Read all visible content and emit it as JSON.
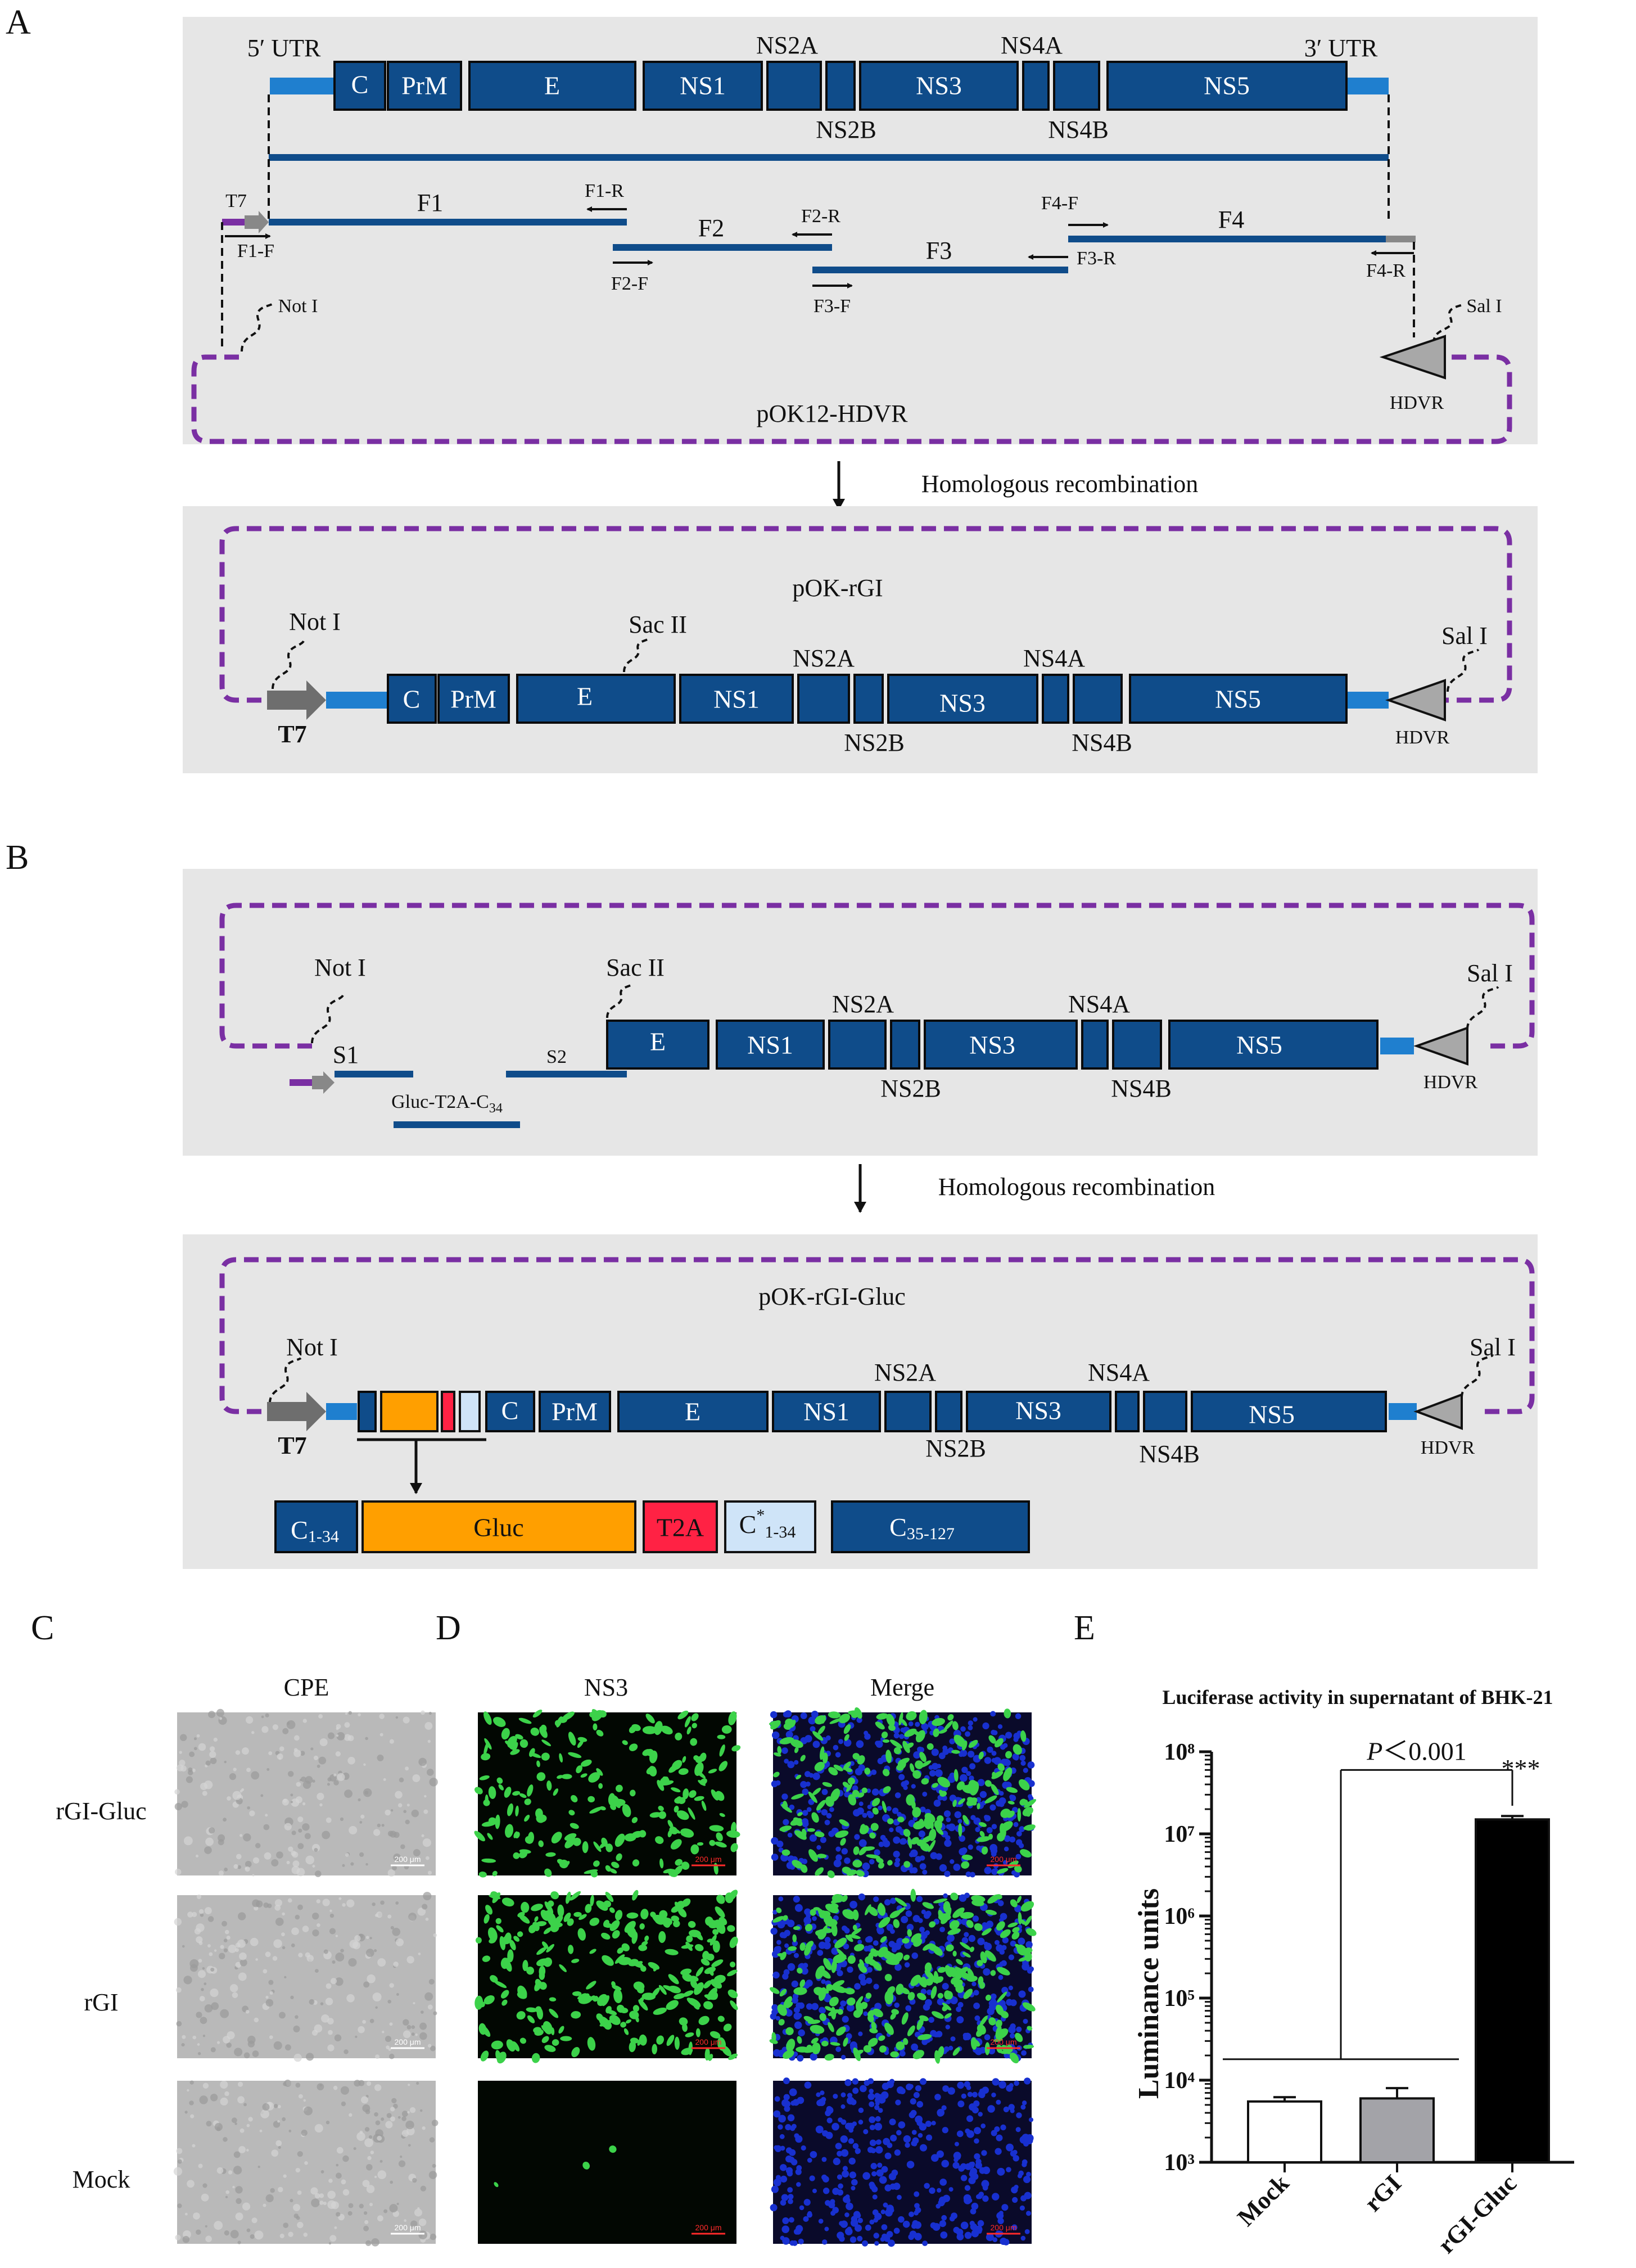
{
  "panels": {
    "a": "A",
    "b": "B",
    "c": "C",
    "d": "D",
    "e": "E"
  },
  "panel_a": {
    "utr5": "5′ UTR",
    "utr3": "3′ UTR",
    "genes": [
      "C",
      "PrM",
      "E",
      "NS1",
      "NS2A",
      "NS2B",
      "NS3",
      "NS4A",
      "NS4B",
      "NS5"
    ],
    "primers": {
      "t7": "T7",
      "f1": "F1",
      "f1r": "F1-R",
      "f1f": "F1-F",
      "f2": "F2",
      "f2r": "F2-R",
      "f2f": "F2-F",
      "f3": "F3",
      "f3r": "F3-R",
      "f3f": "F3-F",
      "f4": "F4",
      "f4f": "F4-F",
      "f4r": "F4-R"
    },
    "noti": "Not I",
    "sali": "Sal I",
    "hdvr": "HDVR",
    "plasmid": "pOK12-HDVR",
    "step": "Homologous recombination",
    "product": "pOK-rGI",
    "sacii": "Sac II",
    "t7bold": "T7"
  },
  "panel_b": {
    "s1": "S1",
    "s2": "S2",
    "frag_label": "Gluc-T2A-C",
    "frag_sub": "34",
    "noti": "Not I",
    "sacii": "Sac II",
    "sali": "Sal I",
    "hdvr": "HDVR",
    "step": "Homologous recombination",
    "product": "pOK-rGI-Gluc",
    "t7bold": "T7",
    "cassette": {
      "c1": "C",
      "c1_sub": "1-34",
      "gluc": "Gluc",
      "t2a": "T2A",
      "cstar": "C",
      "cstar_sup": "*",
      "cstar_sub": "1-34",
      "c35": "C",
      "c35_sub": "35-127"
    }
  },
  "panel_c": {
    "title": "CPE",
    "rows": [
      "rGI-Gluc",
      "rGI",
      "Mock"
    ],
    "scale": "200 μm"
  },
  "panel_d": {
    "col1": "NS3",
    "col2": "Merge",
    "scale": "200 μm"
  },
  "chart_data": {
    "type": "bar",
    "title": "Luciferase activity in  supernatant of BHK-21",
    "ylabel": "Luminance units",
    "yscale": "log",
    "ylim": [
      1000,
      100000000
    ],
    "yticks": [
      "10³",
      "10⁴",
      "10⁵",
      "10⁶",
      "10⁷",
      "10⁸"
    ],
    "categories": [
      "Mock",
      "rGI",
      "rGI-Gluc"
    ],
    "values": [
      5500,
      6000,
      15000000
    ],
    "errors": [
      700,
      2000,
      1500000
    ],
    "colors": [
      "#ffffff",
      "#a3a3a8",
      "#000000"
    ],
    "annotation": "***",
    "pvalue_italic": "P",
    "pvalue_rest": "＜0.001"
  }
}
